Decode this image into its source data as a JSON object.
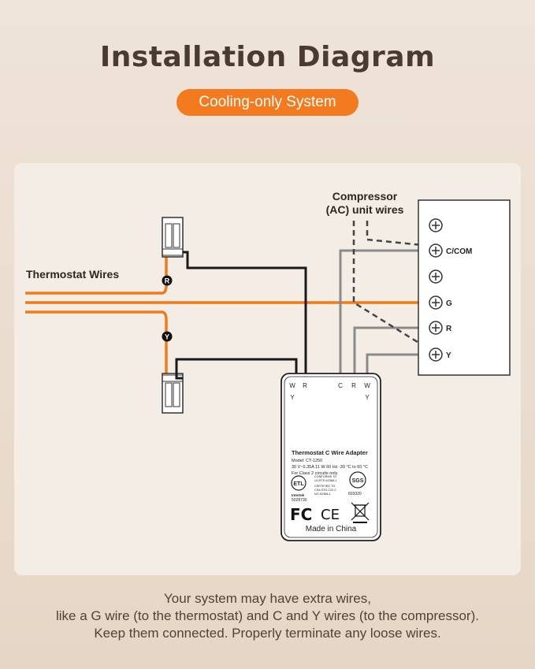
{
  "header": {
    "title": "Installation Diagram",
    "subtitle": "Cooling-only System"
  },
  "diagram": {
    "thermostat_wires_label": "Thermostat Wires",
    "compressor_label_line1": "Compressor",
    "compressor_label_line2": "(AC) unit wires",
    "wire_r_badge": "R",
    "wire_y_badge": "Y",
    "terminal_block": {
      "c_com_label": "C/COM",
      "g_label": "G",
      "r_label": "R",
      "y_label": "Y"
    },
    "adapter": {
      "terminal_w": "W",
      "terminal_w_sub": "Y",
      "terminal_r_left": "R",
      "terminal_c": "C",
      "terminal_r_right": "R",
      "terminal_w_right": "W",
      "terminal_w_right_sub": "Y",
      "product_name": "Thermostat C Wire Adapter",
      "model": "Model: CT-1250",
      "rating": "30 V~0.35A 11 W 60 Hz -30 °C to 60 °C",
      "class_note": "For Class 2 circuits only",
      "conforms_line1": "CONFORMS TO",
      "conforms_line2": "UL/STD.62368-1",
      "certified_line1": "CERTIFIED TO",
      "certified_line2": "CSA STD.C22.2",
      "certified_line3": "NO.62368-1",
      "intertek_label": "Intertek",
      "intertek_number": "5028730",
      "sgs_number": "603320",
      "origin": "Made in China"
    }
  },
  "footer": {
    "line1": "Your system may have extra wires,",
    "line2": "like a G wire (to the thermostat) and C and Y wires (to the compressor).",
    "line3": "Keep them connected. Properly terminate any loose wires."
  },
  "colors": {
    "accent": "#f47a1f",
    "wire_orange": "#f07a18",
    "wire_black": "#1a1a1a",
    "wire_gray": "#8a8a8a",
    "text_dark": "#4a3a31"
  }
}
